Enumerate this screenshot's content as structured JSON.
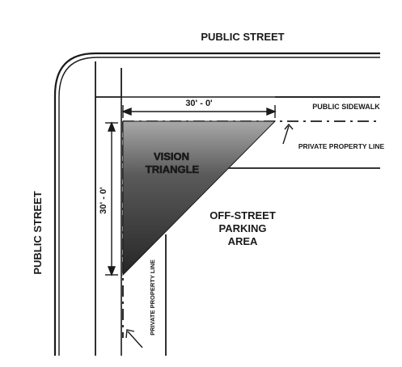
{
  "labels": {
    "public_street_top": "PUBLIC STREET",
    "public_street_left": "PUBLIC STREET",
    "public_sidewalk": "PUBLIC SIDEWALK",
    "private_property_line_top": "PRIVATE PROPERTY LINE",
    "private_property_line_left": "PRIVATE PROPERTY LINE",
    "vision_triangle_line1": "VISION",
    "vision_triangle_line2": "TRIANGLE",
    "off_street_line1": "OFF-STREET",
    "off_street_line2": "PARKING",
    "off_street_line3": "AREA",
    "dimension_horizontal": "30' - 0'",
    "dimension_vertical": "30' - 0'"
  },
  "colors": {
    "ink": "#1a1a1a",
    "triangle_dark": "#2b2b2b",
    "triangle_light": "#9a9a9a",
    "background": "#ffffff"
  }
}
